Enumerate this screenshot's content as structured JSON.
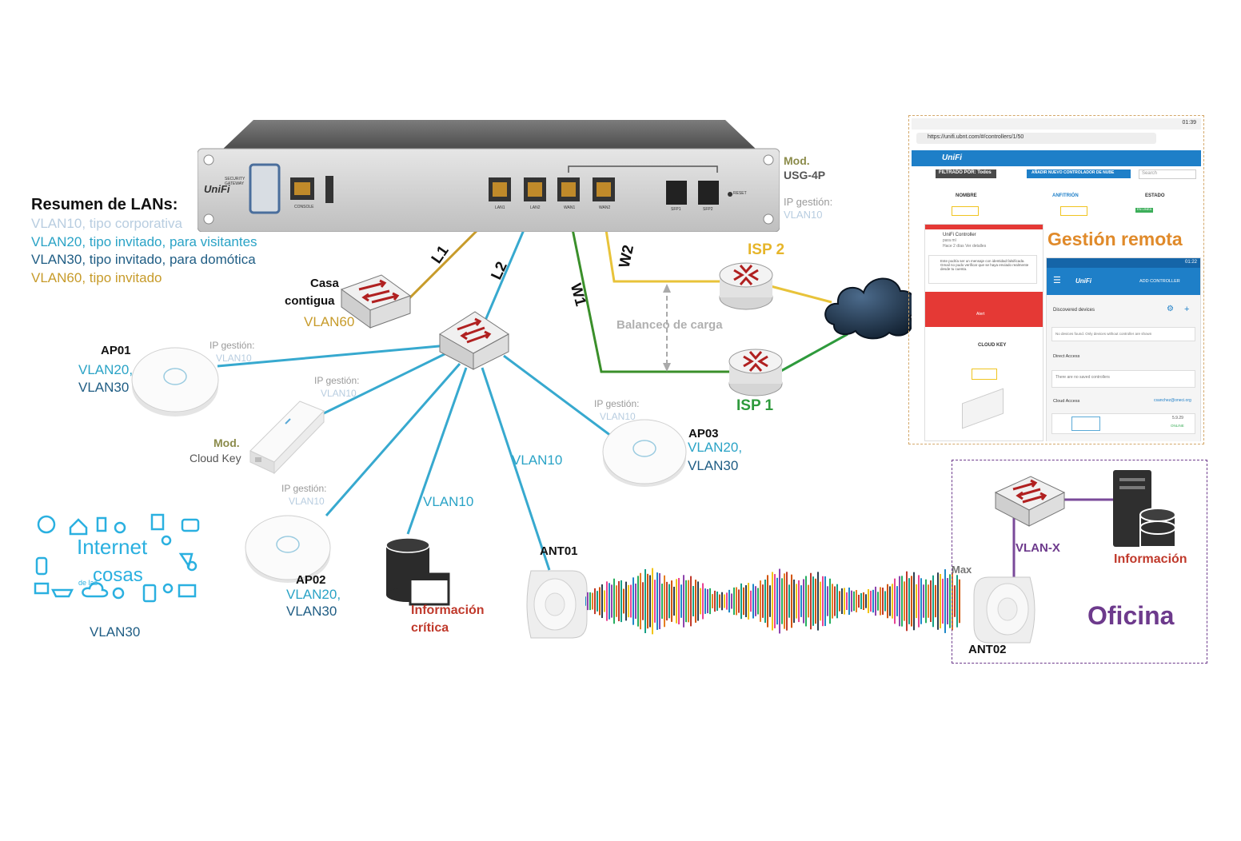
{
  "colors": {
    "vlan10": "#b8cde0",
    "vlan20": "#2aa3c6",
    "vlan30": "#1f5d84",
    "vlan60": "#c79b2a",
    "lan_link": "#37a9cf",
    "wan_green": "#3a8f2a",
    "wan_yellow": "#e8c33a",
    "isp_green": "#2e9a3c",
    "isp_yellow": "#e6b52a",
    "mod_olive": "#8b8b4a",
    "gray_label": "#9a9a9a",
    "critical_red": "#c0392b",
    "office_purple": "#6d3a8c",
    "remote_orange": "#e08a2a"
  },
  "summary": {
    "title": "Resumen de LANs:",
    "items": [
      "VLAN10, tipo corporativa",
      "VLAN20, tipo invitado, para visitantes",
      "VLAN30, tipo invitado, para domótica",
      "VLAN60, tipo invitado"
    ]
  },
  "gateway": {
    "brand": "UniFi",
    "sub": "SECURITY GATEWAY",
    "port_labels": [
      "CONSOLE",
      "LAN1",
      "LAN2",
      "WAN1",
      "WAN2",
      "SFP1",
      "SFP2",
      "RESET"
    ],
    "mod_label": "Mod.",
    "model": "USG-4P",
    "ip_label": "IP gestión:",
    "ip_vlan": "VLAN10"
  },
  "links": {
    "l1": "L1",
    "l2": "L2",
    "w1": "W1",
    "w2": "W2",
    "balance": "Balanceo de carga"
  },
  "isp": {
    "isp1": "ISP 1",
    "isp2": "ISP 2"
  },
  "casa": {
    "name1": "Casa",
    "name2": "contigua",
    "vlan": "VLAN60"
  },
  "ap01": {
    "ip_label": "IP gestión:",
    "ip_vlan": "VLAN10",
    "name": "AP01",
    "vlan_a": "VLAN20,",
    "vlan_b": "VLAN30"
  },
  "cloudkey": {
    "ip_label": "IP gestión:",
    "ip_vlan": "VLAN10",
    "mod": "Mod.",
    "model": "Cloud Key"
  },
  "ap02": {
    "ip_label": "IP gestión:",
    "ip_vlan": "VLAN10",
    "name": "AP02",
    "vlan_a": "VLAN20,",
    "vlan_b": "VLAN30"
  },
  "ap03": {
    "ip_label": "IP gestión:",
    "ip_vlan": "VLAN10",
    "name": "AP03",
    "vlan_a": "VLAN20,",
    "vlan_b": "VLAN30"
  },
  "vlan10_mid": "VLAN10",
  "vlan10_ant": "VLAN10",
  "critical": {
    "line1": "Información",
    "line2": "crítica"
  },
  "iot": {
    "word1": "Internet",
    "word2": "de las",
    "word3": "cosas",
    "vlan": "VLAN30"
  },
  "ant01": "ANT01",
  "ant02": "ANT02",
  "max": "Max",
  "office": {
    "vlan": "VLAN-X",
    "info": "Información",
    "title": "Oficina"
  },
  "remote": {
    "title": "Gestión remota",
    "time1": "01:39",
    "url": "https://unifi.ubnt.com/#/controllers/1/50",
    "unifi": "UniFi",
    "filter": "FILTRADO POR: Todos",
    "add_btn": "AÑADIR NUEVO CONTROLADOR DE NUBE",
    "search": "Search",
    "col_name": "NOMBRE",
    "col_host": "ANFITRIÓN",
    "col_state": "ESTADO",
    "email_from": "UniFi Controller",
    "email_to": "para mí",
    "email_time": "Hace 2 días Ver detalles",
    "warning": "Este podría ser un mensaje con identidad falsificada. Gmail no pudo verificar que se haya enviado realmente desde tu cuenta.",
    "alert": "Alert",
    "cloud_key": "CLOUD KEY",
    "time2": "01:22",
    "add_controller": "ADD CONTROLLER",
    "discovered": "Discovered devices",
    "no_devices": "No devices found. Only devices without controller are shown",
    "direct": "Direct Access",
    "no_saved": "There are no saved controllers",
    "cloud_access": "Cloud Access",
    "email": "csanchez@oneci.org",
    "version": "5.9.29",
    "online": "ONLINE",
    "status_chip": "EN LÍNEA"
  }
}
